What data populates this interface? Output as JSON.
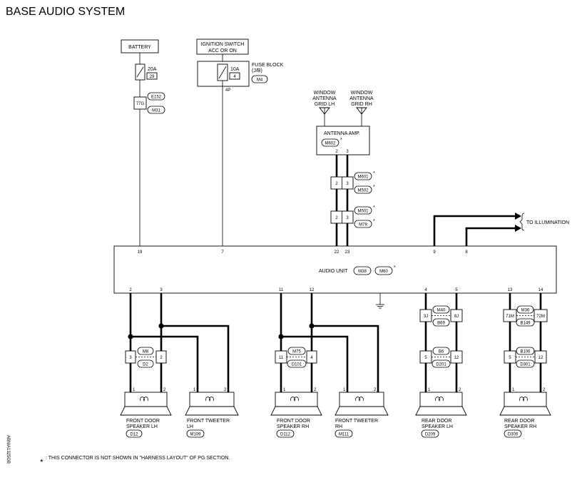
{
  "title": "BASE AUDIO SYSTEM",
  "battery": {
    "label": "BATTERY",
    "fuse_rating": "20A",
    "fuse_no": "29",
    "conn_pin": "77G",
    "conn_1": "E152",
    "conn_2": "M31",
    "pin": "19"
  },
  "ignition": {
    "line1": "IGNITION SWITCH",
    "line2": "ACC OR ON",
    "fuse_rating": "10A",
    "fuse_no": "4",
    "fuse_block_1": "FUSE BLOCK",
    "fuse_block_2": "(J/B)",
    "fuse_block_conn": "M4",
    "out_pin": "4P",
    "pin": "7"
  },
  "antennas": [
    {
      "line1": "WINDOW",
      "line2": "ANTENNA",
      "line3": "GRID LH"
    },
    {
      "line1": "WINDOW",
      "line2": "ANTENNA",
      "line3": "GRID RH"
    }
  ],
  "antenna_amp": {
    "label": "ANTENNA AMP.",
    "conn": "M602",
    "pin_a": "2",
    "pin_b": "3"
  },
  "antenna_conns": [
    {
      "pin_a": "2",
      "pin_b": "3",
      "conn_1": "M601",
      "conn_2": "M502"
    },
    {
      "pin_a": "2",
      "pin_b": "3",
      "conn_1": "M501",
      "conn_2": "M78"
    }
  ],
  "audio_unit": {
    "label": "AUDIO UNIT",
    "conn_1": "M38",
    "conn_2": "M60",
    "top_pins": [
      "19",
      "7",
      "22",
      "23",
      "9",
      "8"
    ],
    "bottom_pins": [
      "2",
      "3",
      "11",
      "12",
      "4",
      "5",
      "13",
      "14"
    ]
  },
  "illumination_label": "TO ILLUMINATION",
  "star": "*",
  "inline_conns": [
    {
      "pin_l": "3",
      "pin_r": "2",
      "conn_1": "M8",
      "conn_2": "D2"
    },
    {
      "pin_l": "11",
      "pin_r": "4",
      "conn_1": "M75",
      "conn_2": "D101"
    },
    {
      "pin_l": "3J",
      "pin_r": "8J",
      "conn_1": "M40",
      "conn_2": "B69"
    },
    {
      "pin_l": "71M",
      "pin_r": "72M",
      "conn_1": "M36",
      "conn_2": "B149"
    }
  ],
  "rear_conns": [
    {
      "pin_l": "5",
      "pin_r": "12",
      "conn_1": "B6",
      "conn_2": "D201"
    },
    {
      "pin_l": "5",
      "pin_r": "12",
      "conn_1": "B106",
      "conn_2": "D301"
    }
  ],
  "speakers": [
    {
      "line1": "FRONT DOOR",
      "line2": "SPEAKER LH",
      "conn": "D12",
      "pin_1": "1",
      "pin_2": "2"
    },
    {
      "line1": "FRONT TWEETER",
      "line2": "LH",
      "conn": "M109",
      "pin_1": "1",
      "pin_2": "2"
    },
    {
      "line1": "FRONT DOOR",
      "line2": "SPEAKER RH",
      "conn": "D112",
      "pin_1": "1",
      "pin_2": "2"
    },
    {
      "line1": "FRONT TWEETER",
      "line2": "RH",
      "conn": "M111",
      "pin_1": "1",
      "pin_2": "2"
    },
    {
      "line1": "REAR DOOR",
      "line2": "SPEAKER LH",
      "conn": "D209",
      "pin_1": "1",
      "pin_2": "2"
    },
    {
      "line1": "REAR DOOR",
      "line2": "SPEAKER RH",
      "conn": "D309",
      "pin_1": "1",
      "pin_2": "2"
    }
  ],
  "footnote": ": THIS CONNECTOR IS NOT SHOWN IN \"HARNESS LAYOUT\" OF PG SECTION.",
  "side_code": "ABNIA1325GB"
}
